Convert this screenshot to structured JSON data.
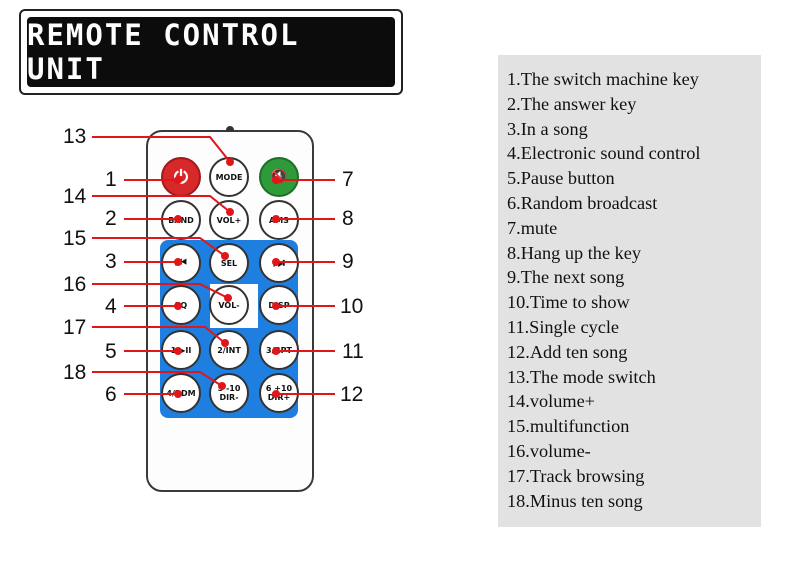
{
  "title": "REMOTE CONTROL UNIT",
  "legend": [
    "1.The switch machine key",
    "2.The answer key",
    "3.In a song",
    "4.Electronic sound control",
    "5.Pause button",
    "6.Random broadcast",
    "7.mute",
    "8.Hang up the key",
    "9.The next song",
    "10.Time to show",
    "11.Single cycle",
    "12.Add ten song",
    "13.The mode switch",
    "14.volume+",
    "15.multifunction",
    "16.volume-",
    "17.Track browsing",
    "18.Minus ten song"
  ],
  "callouts": {
    "n1": "1",
    "n2": "2",
    "n3": "3",
    "n4": "4",
    "n5": "5",
    "n6": "6",
    "n7": "7",
    "n8": "8",
    "n9": "9",
    "n10": "10",
    "n11": "11",
    "n12": "12",
    "n13": "13",
    "n14": "14",
    "n15": "15",
    "n16": "16",
    "n17": "17",
    "n18": "18"
  },
  "buttons": {
    "power": "⏻",
    "mode": "MODE",
    "mute": "🔇",
    "band": "BAND",
    "vol_plus": "VOL+",
    "ams": "AMS",
    "prev": "⏮",
    "sel": "SEL",
    "next": "⏭",
    "eq": "EQ",
    "vol_minus": "VOL-",
    "disp": "DISP",
    "b1": "1/▶II",
    "b2": "2/INT",
    "b3": "3/RPT",
    "b4": "4/RDM",
    "b5": "5 -10 DIR-",
    "b6": "6 +10 DIR+"
  },
  "colors": {
    "accent_red": "#d7282a",
    "accent_green": "#2f9a3a",
    "panel_blue": "#1f7fe0",
    "leader_red": "#e0161b"
  }
}
